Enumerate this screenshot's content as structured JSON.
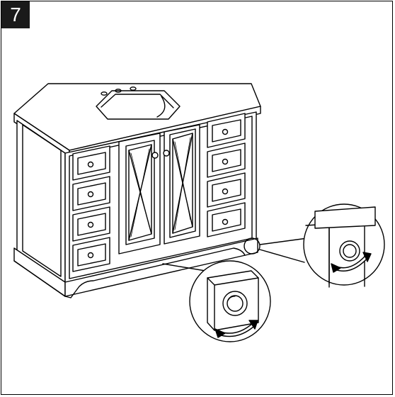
{
  "step": {
    "number": "7"
  },
  "illustration": {
    "subject": "vanity-cabinet",
    "detail_views": [
      "leveling-foot-front",
      "leveling-foot-side"
    ],
    "arrow_icon": "rotate-arrow-icon",
    "colors": {
      "line": "#000000",
      "background": "#ffffff"
    }
  }
}
